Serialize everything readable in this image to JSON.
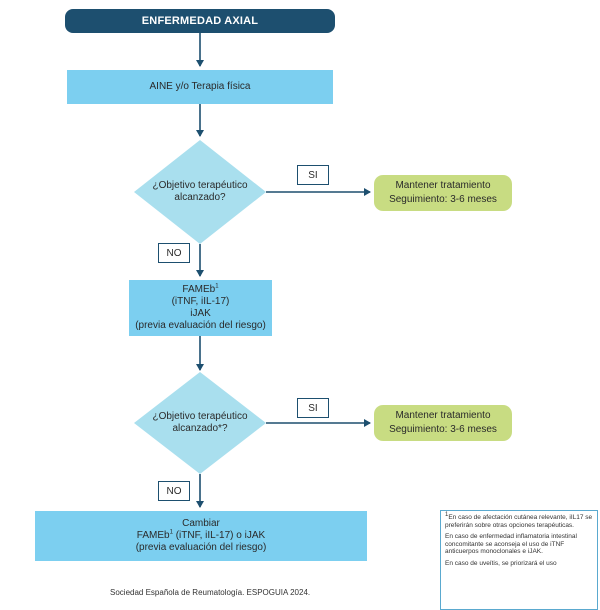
{
  "title": "ENFERMEDAD AXIAL",
  "step1": "AINE y/o Terapia física",
  "decision1": {
    "line1": "¿Objetivo terapéutico",
    "line2": "alcanzado?"
  },
  "yes1": "SI",
  "outcome1": {
    "line1": "Mantener tratamiento",
    "line2": "Seguimiento: 3-6 meses"
  },
  "no1": "NO",
  "step2": {
    "line1": "FAMEb",
    "sup": "1",
    "line2": "(iTNF, iIL-17)",
    "line3": "iJAK",
    "line4": "(previa evaluación del riesgo)"
  },
  "decision2": {
    "line1": "¿Objetivo terapéutico",
    "line2": "alcanzado*?"
  },
  "yes2": "SI",
  "outcome2": {
    "line1": "Mantener tratamiento",
    "line2": "Seguimiento: 3-6 meses"
  },
  "no2": "NO",
  "step3": {
    "line1": "Cambiar",
    "line2a": "FAMEb",
    "sup": "1",
    "line2b": " (iTNF, iIL-17) o iJAK",
    "line3": "(previa evaluación del riesgo)"
  },
  "footer": "Sociedad Española de Reumatología. ESPOGUIA 2024.",
  "notes": {
    "note1_sup": "1",
    "note1": "En caso de afectación cutánea relevante, iIL17 se preferirán sobre otras opciones terapéuticas.",
    "note2": "En caso de enfermedad inflamatoria intestinal concomitante se aconseja el uso de iTNF anticuerpos monoclonales e iJAK.",
    "note3": "En caso de uveítis, se priorizará el uso"
  },
  "colors": {
    "header": "#1d4f6f",
    "process": "#7ccff0",
    "decision": "#a9dfee",
    "outcome": "#c8dc82",
    "arrow": "#1d4f6f"
  }
}
